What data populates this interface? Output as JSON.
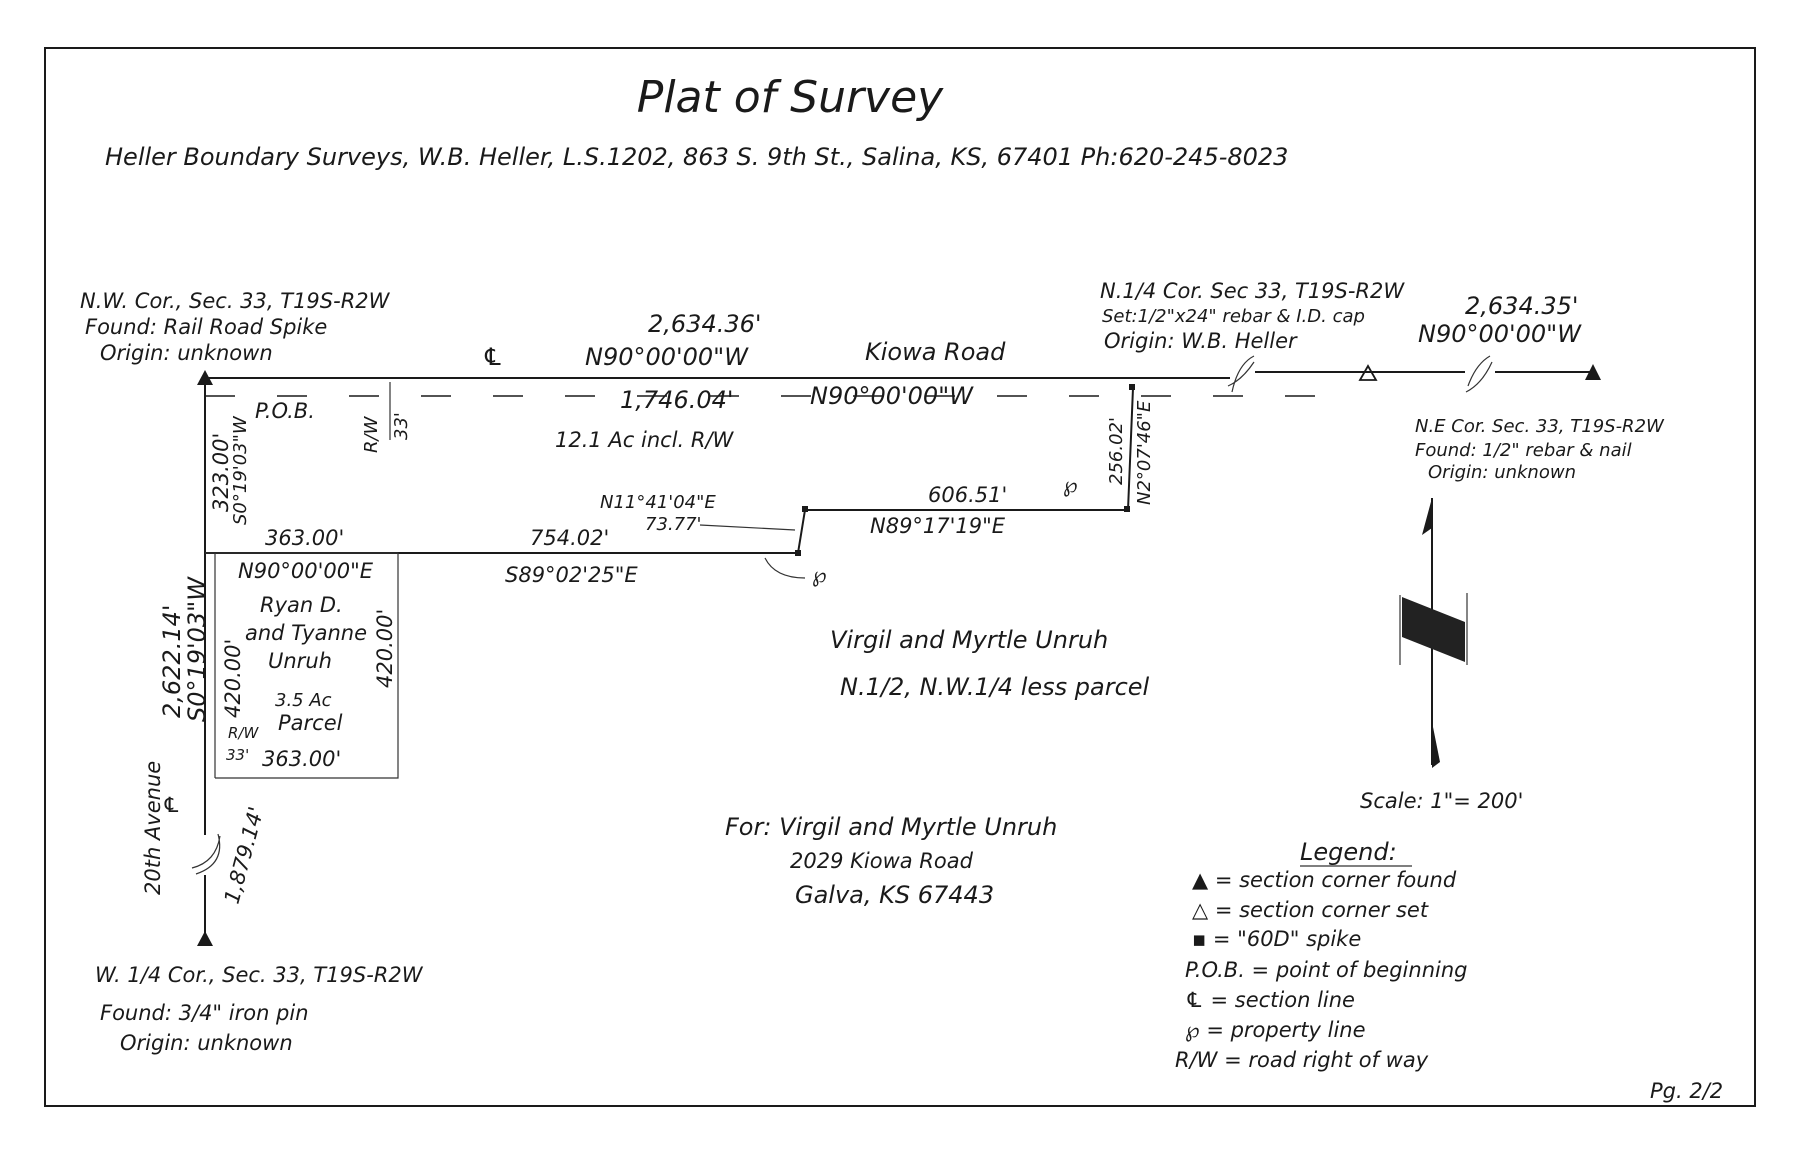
{
  "title": "Plat of Survey",
  "surveyor": "Heller Boundary Surveys, W.B. Heller, L.S.1202, 863 S. 9th St., Salina, KS, 67401 Ph:620-245-8023",
  "nw_corner": {
    "line1": "N.W. Cor., Sec. 33, T19S-R2W",
    "line2": "Found: Rail Road Spike",
    "line3": "Origin: unknown"
  },
  "n_quarter_corner": {
    "line1": "N.1/4 Cor. Sec 33, T19S-R2W",
    "line2": "Set:1/2\"x24\" rebar & I.D. cap",
    "line3": "Origin: W.B. Heller"
  },
  "ne_corner": {
    "line1": "N.E Cor. Sec. 33, T19S-R2W",
    "line2": "Found: 1/2\" rebar & nail",
    "line3": "Origin: unknown"
  },
  "w_quarter_corner": {
    "line1": "W. 1/4 Cor., Sec. 33, T19S-R2W",
    "line2": "Found: 3/4\" iron pin",
    "line3": "Origin: unknown"
  },
  "top_line_west": {
    "distance": "2,634.36'",
    "bearing": "N90°00'00\"W"
  },
  "top_line_east": {
    "distance": "2,634.35'",
    "bearing": "N90°00'00\"W"
  },
  "road_name": "Kiowa Road",
  "cl_symbol": "℄",
  "pl_symbol": "℘",
  "interior_north": {
    "distance": "1,746.04'",
    "bearing": "N90°00'00\"W"
  },
  "pob": "P.O.B.",
  "rw_top": {
    "label": "R/W",
    "value": "33'"
  },
  "acreage": "12.1 Ac incl. R/W",
  "west_seg": {
    "distance": "323.00'",
    "bearing": "S0°19'03\"W"
  },
  "east_seg": {
    "distance": "256.02'",
    "bearing": "N2°07'46\"E"
  },
  "mid_seg": {
    "distance": "606.51'",
    "bearing": "N89°17'19\"E"
  },
  "jog_seg": {
    "bearing": "N11°41'04\"E",
    "distance": "73.77'"
  },
  "south_seg": {
    "distance": "754.02'",
    "bearing": "S89°02'25\"E"
  },
  "parcel_top": {
    "distance": "363.00'",
    "bearing": "N90°00'00\"E"
  },
  "parcel_west": "420.00'",
  "parcel_east": "420.00'",
  "parcel_bottom": "363.00'",
  "rw_side": {
    "label": "R/W",
    "value": "33'"
  },
  "west_line": {
    "distance": "2,622.14'",
    "bearing": "S0°19'03\"W"
  },
  "west_lower": "1,879.14'",
  "avenue": "20th Avenue",
  "parcel_owners": [
    "Ryan D.",
    "and Tyanne",
    "Unruh",
    "3.5 Ac",
    "Parcel"
  ],
  "tract_owner": "Virgil and Myrtle Unruh",
  "tract_desc": "N.1/2, N.W.1/4 less parcel",
  "client": [
    "For: Virgil and Myrtle Unruh",
    "2029 Kiowa Road",
    "Galva, KS 67443"
  ],
  "scale": "Scale: 1\"= 200'",
  "legend": {
    "title": "Legend:",
    "items": [
      "▲ = section corner found",
      "△ = section corner set",
      "▪ = \"60D\" spike",
      "P.O.B. = point of beginning",
      "℄ = section line",
      "℘ = property line",
      "R/W = road right of way"
    ]
  },
  "page": "Pg. 2/2"
}
